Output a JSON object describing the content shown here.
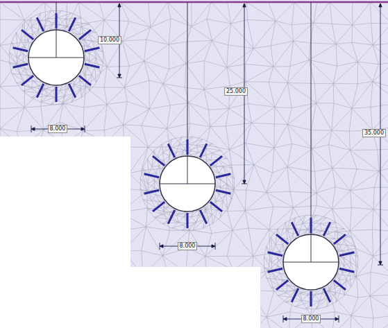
{
  "diagram": {
    "labels": [
      "10.000",
      "8.000",
      "25.000",
      "8.000",
      "35.000",
      "8.000"
    ]
  }
}
